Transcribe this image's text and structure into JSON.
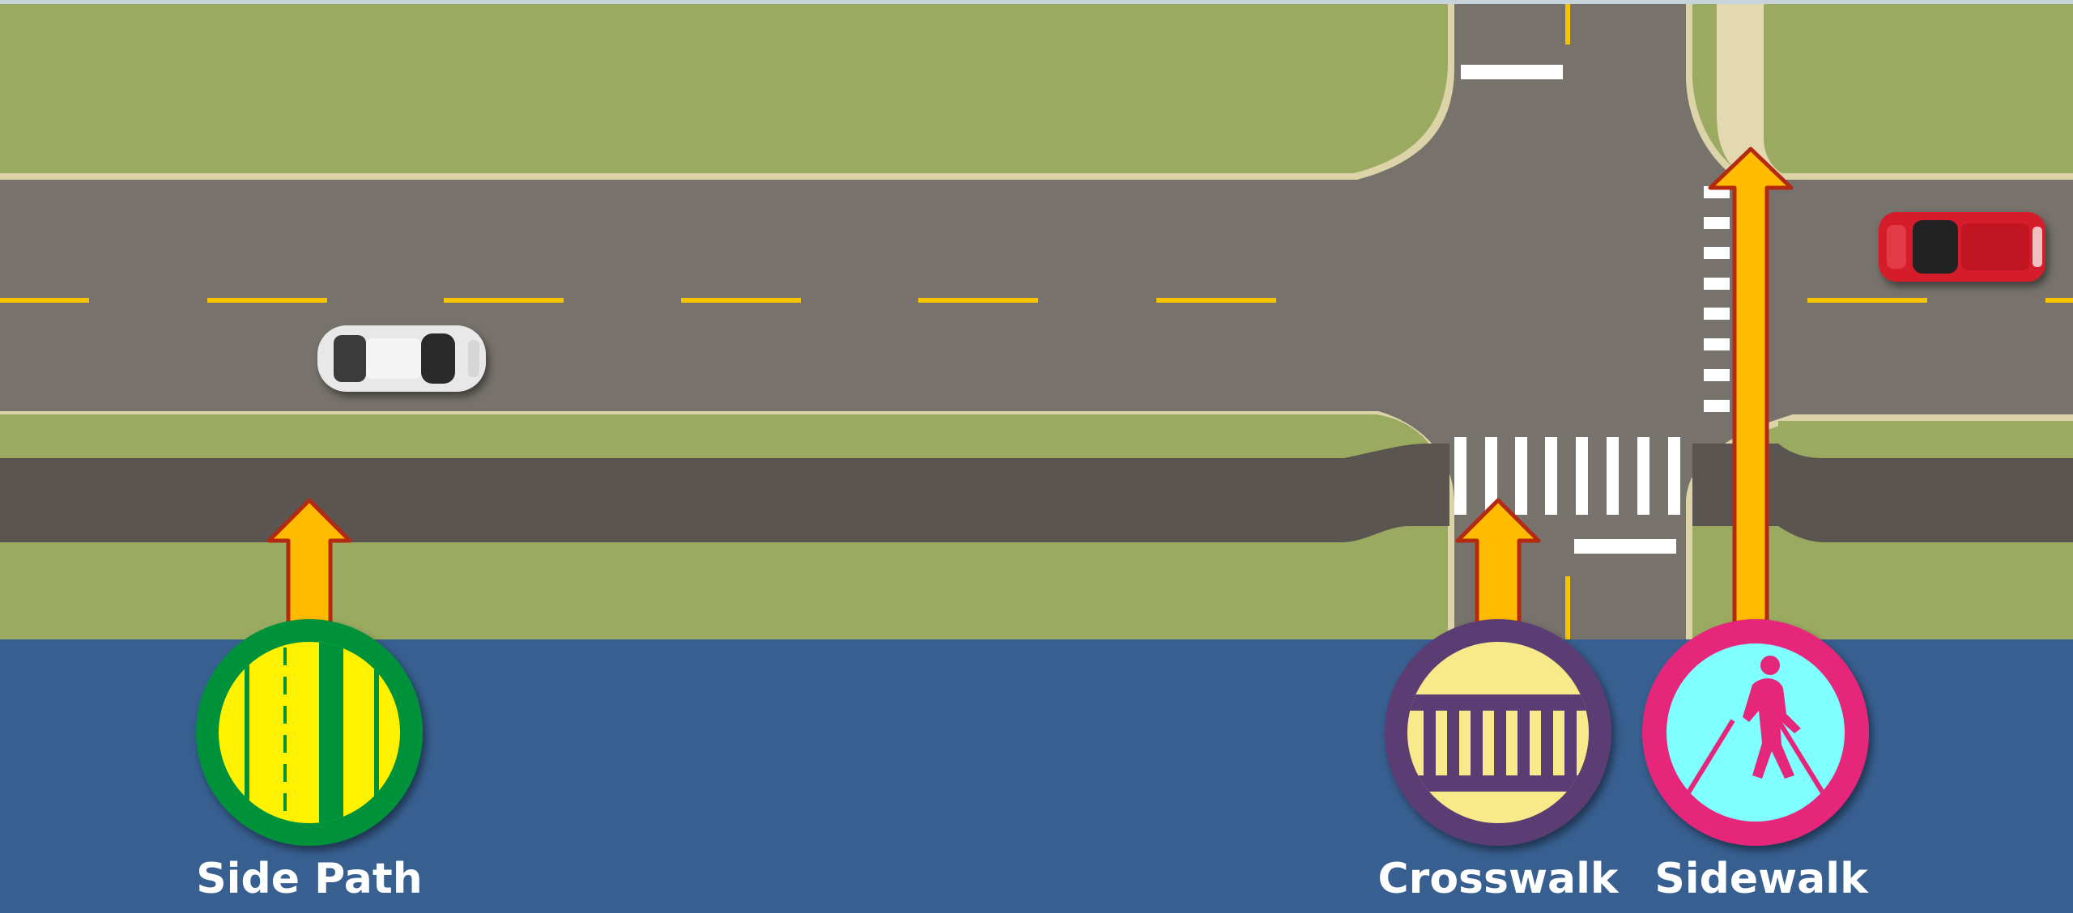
{
  "labels": {
    "side_path": "Side Path",
    "crosswalk": "Crosswalk",
    "sidewalk": "Sidewalk"
  },
  "colors": {
    "grass": "#9aab61",
    "road": "#77726c",
    "side_path": "#5a5550",
    "curb": "#ddd3a8",
    "sidewalk": "#e4d8b0",
    "lane_marking": "#f6c400",
    "crossing_marking": "#ffffff",
    "legend_panel": "#375f90",
    "arrow_fill": "#ffbb00",
    "arrow_outline": "#b42a10",
    "side_path_badge_ring": "#00913b",
    "side_path_badge_fill": "#fff200",
    "crosswalk_badge_ring": "#5b3d73",
    "crosswalk_badge_fill": "#f8ea8a",
    "sidewalk_badge_ring": "#e6287a",
    "sidewalk_badge_fill": "#80ffff",
    "car_white": "#e8e8e8",
    "car_red": "#d41e2a"
  },
  "icons": {
    "side_path": "side-path-icon",
    "crosswalk": "crosswalk-icon",
    "sidewalk": "pedestrian-icon"
  }
}
